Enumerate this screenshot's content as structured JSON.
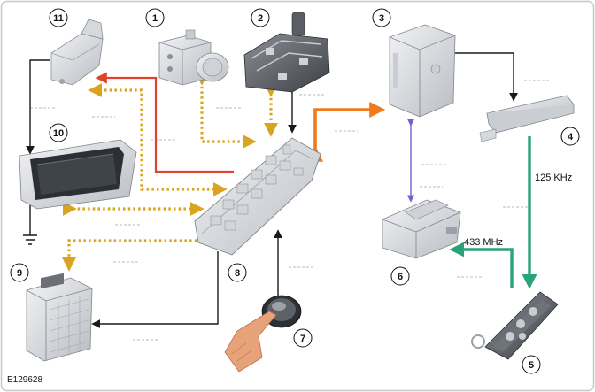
{
  "figure": {
    "reference_code": "E129628",
    "background": "#ffffff",
    "border_color": "#c8c8c8"
  },
  "components": [
    {
      "number": "1",
      "icon": "abs-module-icon"
    },
    {
      "number": "2",
      "icon": "transmission-control-icon"
    },
    {
      "number": "3",
      "icon": "keyless-vehicle-module-icon"
    },
    {
      "number": "4",
      "icon": "lf-antenna-icon"
    },
    {
      "number": "5",
      "icon": "smart-key-fob-icon"
    },
    {
      "number": "6",
      "icon": "rf-receiver-icon"
    },
    {
      "number": "7",
      "icon": "start-stop-button-icon"
    },
    {
      "number": "8",
      "icon": "central-junction-box-icon"
    },
    {
      "number": "9",
      "icon": "engine-control-module-icon"
    },
    {
      "number": "10",
      "icon": "instrument-cluster-icon"
    },
    {
      "number": "11",
      "icon": "steering-column-lock-icon"
    }
  ],
  "signals": {
    "lf_frequency": "125 KHz",
    "rf_frequency": "433 MHz"
  },
  "colors": {
    "can_bus": "#d9a520",
    "hardwired": "#1a1a1a",
    "lock_link": "#e0432b",
    "kvm_link": "#f07a1c",
    "lf_signal": "#2aa37a",
    "rf_signal": "#2aa37a",
    "lin_link": "#6c64d6",
    "module_fill": "#e3e5e8",
    "module_shadow": "#b9bdc3"
  }
}
